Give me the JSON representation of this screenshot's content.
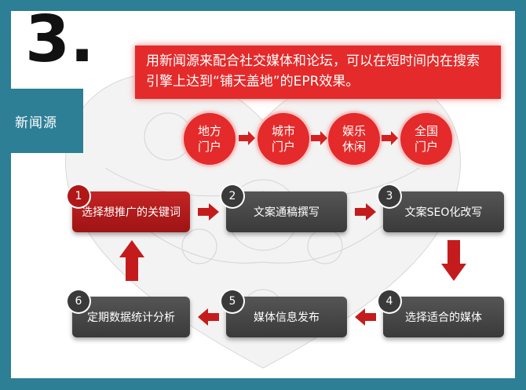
{
  "slide": {
    "number": "3.",
    "section_label": "新闻源",
    "banner_text": "用新闻源来配合社交媒体和论坛，可以在短时间内在搜索引擎上达到“铺天盖地”的EPR效果。"
  },
  "portals": [
    {
      "label": "地方门户"
    },
    {
      "label": "城市门户"
    },
    {
      "label": "娱乐休闲"
    },
    {
      "label": "全国门户"
    }
  ],
  "steps": [
    {
      "num": "1",
      "label": "选择想推广的关键词"
    },
    {
      "num": "2",
      "label": "文案通稿撰写"
    },
    {
      "num": "3",
      "label": "文案SEO化改写"
    },
    {
      "num": "4",
      "label": "选择适合的媒体"
    },
    {
      "num": "5",
      "label": "媒体信息发布"
    },
    {
      "num": "6",
      "label": "定期数据统计分析"
    }
  ],
  "colors": {
    "frame": "#2d7f95",
    "accent_red": "#e42a2a",
    "dark_box": "#444444"
  }
}
